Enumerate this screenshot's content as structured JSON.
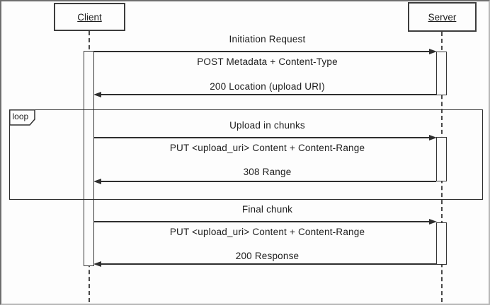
{
  "diagram_type": "uml-sequence-diagram",
  "actors": {
    "client": "Client",
    "server": "Server"
  },
  "loop": {
    "operator": "loop"
  },
  "sections": [
    {
      "title": "Initiation Request",
      "request": "POST Metadata + Content-Type",
      "response": "200 Location (upload URI)"
    },
    {
      "title": "Upload in chunks",
      "request": "PUT <upload_uri> Content + Content-Range",
      "response": "308 Range"
    },
    {
      "title": "Final chunk",
      "request": "PUT <upload_uri> Content + Content-Range",
      "response": "200 Response"
    }
  ],
  "colors": {
    "line": "#2e2e2e",
    "background": "#fdfdfd",
    "text": "#1c1c1c",
    "outer_border_dark": "#6e6e6e",
    "outer_border_light": "#b7b7b7"
  }
}
